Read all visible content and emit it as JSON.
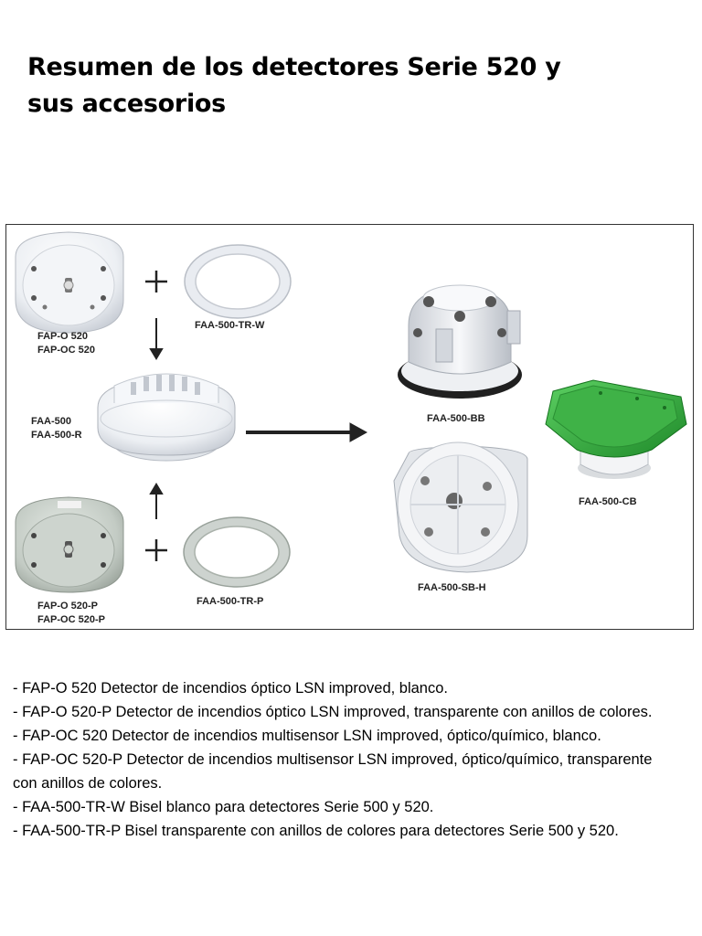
{
  "title_line1": "Resumen de los detectores Serie 520 y",
  "title_line2": "sus accesorios",
  "labels": {
    "fap_o_520": "FAP-O 520",
    "fap_oc_520": "FAP-OC 520",
    "faa_500_tr_w": "FAA-500-TR-W",
    "faa_500": "FAA-500",
    "faa_500_r": "FAA-500-R",
    "fap_o_520_p": "FAP-O 520-P",
    "fap_oc_520_p": "FAP-OC 520-P",
    "faa_500_tr_p": "FAA-500-TR-P",
    "faa_500_bb": "FAA-500-BB",
    "faa_500_sb_h": "FAA-500-SB-H",
    "faa_500_cb": "FAA-500-CB"
  },
  "description": [
    "- FAP-O 520 Detector de incendios óptico LSN improved, blanco.",
    "- FAP-O 520-P Detector de incendios óptico LSN improved, transparente con anillos de colores.",
    "- FAP-OC 520 Detector de incendios multisensor LSN improved, óptico/químico, blanco.",
    "- FAP-OC 520-P Detector de incendios multisensor LSN improved, óptico/químico, transparente con anillos de colores.",
    "- FAA-500-TR-W Bisel blanco para detectores Serie 500 y 520.",
    "- FAA-500-TR-P Bisel transparente con anillos de colores para detectores Serie 500 y 520."
  ]
}
